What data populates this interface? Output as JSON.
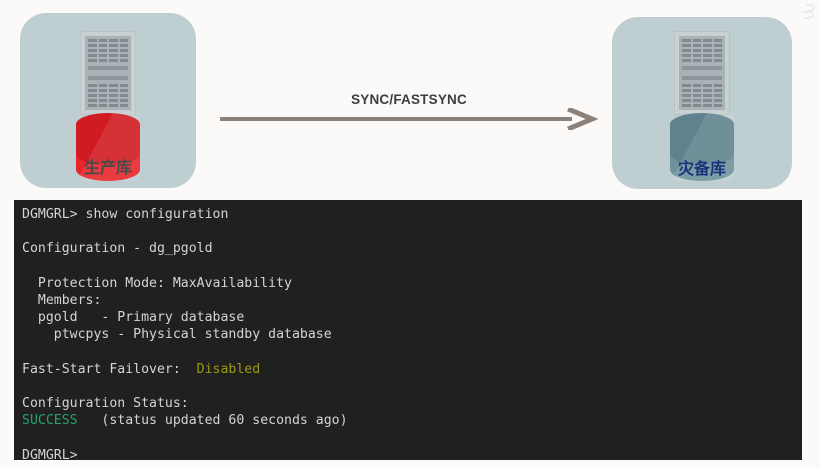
{
  "diagram": {
    "primary_node": {
      "label": "生产库",
      "label_color": "#4a4a4a",
      "card_color": "#bfcfd1",
      "db_color": "#e8252a",
      "icons": [
        "server-rack-icon",
        "database-cylinder-icon"
      ]
    },
    "standby_node": {
      "label": "灾备库",
      "label_color": "#16357c",
      "card_color": "#bfcfd1",
      "db_color": "#6f929c",
      "icons": [
        "server-rack-icon",
        "database-cylinder-icon"
      ]
    },
    "flow": {
      "label": "SYNC/FASTSYNC",
      "arrow_color": "#8b8179",
      "direction": "left-to-right"
    }
  },
  "terminal": {
    "background": "#202020",
    "foreground": "#d4d4d4",
    "success_color": "#28a06a",
    "warning_color": "#9a9a14",
    "lines": [
      {
        "text": "DGMGRL> show configuration"
      },
      {
        "text": ""
      },
      {
        "text": "Configuration - dg_pgold"
      },
      {
        "text": ""
      },
      {
        "text": "  Protection Mode: MaxAvailability"
      },
      {
        "text": "  Members:"
      },
      {
        "text": "  pgold   - Primary database"
      },
      {
        "text": "    ptwcpys - Physical standby database"
      },
      {
        "text": ""
      },
      {
        "text": "Fast-Start Failover:  ",
        "suffix": "Disabled",
        "suffix_class": "c-warn"
      },
      {
        "text": ""
      },
      {
        "text": "Configuration Status:"
      },
      {
        "text": "SUCCESS",
        "text_class": "c-ok",
        "suffix": "   (status updated 60 seconds ago)"
      },
      {
        "text": ""
      },
      {
        "text": "DGMGRL>"
      }
    ]
  }
}
